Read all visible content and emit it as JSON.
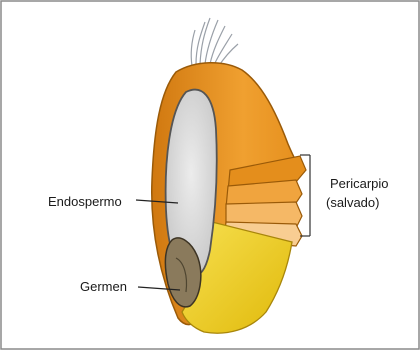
{
  "labels": {
    "endosperm": "Endospermo",
    "germ": "Germen",
    "pericarp_line1": "Pericarpio",
    "pericarp_line2": "(salvado)"
  },
  "colors": {
    "pericarp_dark": "#e08a1a",
    "pericarp_mid": "#f0a03a",
    "pericarp_light": "#f6c580",
    "yellow": "#f2d21c",
    "endosperm": "#dadada",
    "germ": "#8a7a5c",
    "border": "#8a8a8a"
  }
}
